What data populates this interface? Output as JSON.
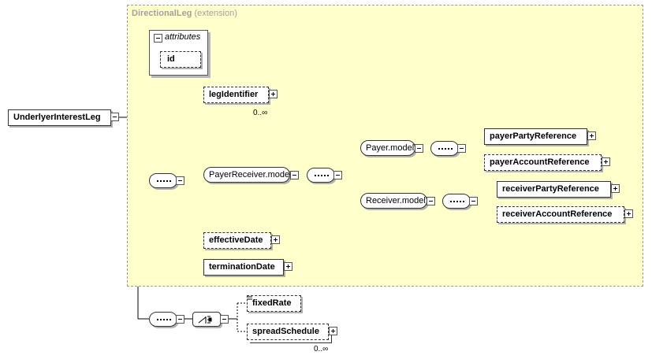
{
  "extension": {
    "name": "DirectionalLeg",
    "kind": "(extension)"
  },
  "attributes": {
    "label": "attributes",
    "items": [
      "id"
    ]
  },
  "root": "UnderlyerInterestLeg",
  "elements": {
    "legIdentifier": "legIdentifier",
    "legIdentifier_occ": "0..∞",
    "payerReceiverModel": "PayerReceiver.model",
    "payerModel": "Payer.model",
    "receiverModel": "Receiver.model",
    "payerPartyReference": "payerPartyReference",
    "payerAccountReference": "payerAccountReference",
    "receiverPartyReference": "receiverPartyReference",
    "receiverAccountReference": "receiverAccountReference",
    "effectiveDate": "effectiveDate",
    "terminationDate": "terminationDate",
    "fixedRate": "fixedRate",
    "spreadSchedule": "spreadSchedule",
    "spreadSchedule_occ": "0..∞"
  }
}
